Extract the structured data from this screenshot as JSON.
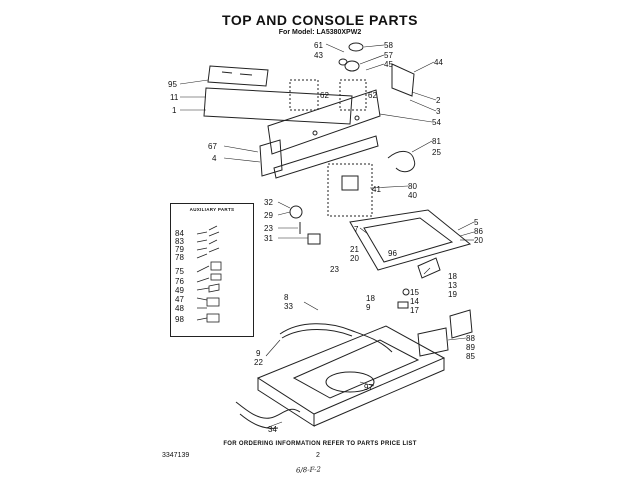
{
  "title": "TOP AND CONSOLE PARTS",
  "subtitle": "For Model: LA5380XPW2",
  "ancillary_box_title": "AUXILIARY PARTS",
  "footer_note": "FOR ORDERING INFORMATION REFER TO PARTS PRICE LIST",
  "part_number": "3347139",
  "page_number": "2",
  "handwritten_note": "6/8-F-2",
  "callouts": [
    "95",
    "11",
    "1",
    "61",
    "43",
    "58",
    "57",
    "45",
    "62",
    "62",
    "44",
    "2",
    "3",
    "54",
    "67",
    "4",
    "81",
    "25",
    "41",
    "80",
    "40",
    "32",
    "29",
    "23",
    "31",
    "23",
    "7",
    "5",
    "86",
    "20",
    "96",
    "21",
    "20",
    "18",
    "13",
    "19",
    "15",
    "14",
    "17",
    "18",
    "9",
    "8",
    "33",
    "88",
    "89",
    "85",
    "9",
    "22",
    "97",
    "34",
    "84",
    "83",
    "79",
    "78",
    "75",
    "76",
    "49",
    "47",
    "48",
    "98"
  ]
}
